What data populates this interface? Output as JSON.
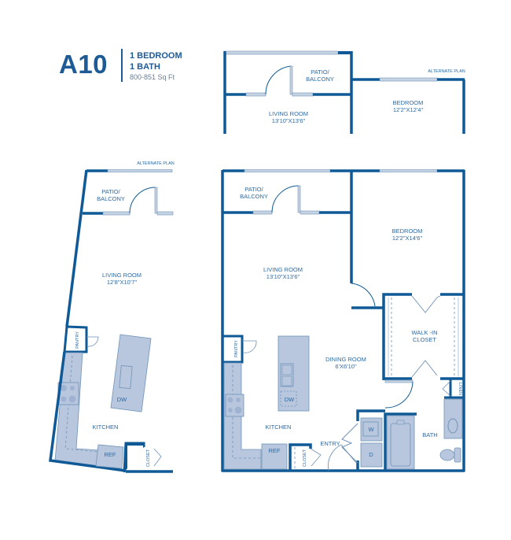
{
  "header": {
    "unit_name": "A10",
    "bedrooms": "1 BEDROOM",
    "baths": "1 BATH",
    "square_feet": "800-851 Sq Ft"
  },
  "colors": {
    "wall": "#0f5a96",
    "label": "#2b6aa3",
    "fixture_fill": "#b9c7de",
    "window": "#c6d3e3",
    "title": "#1e5a96"
  },
  "alternate_plan_top": {
    "tag": "ALTERNATE PLAN",
    "patio": {
      "line1": "PATIO/",
      "line2": "BALCONY"
    },
    "living_room": {
      "name": "LIVING ROOM",
      "size": "13'10\"X13'6\""
    },
    "bedroom": {
      "name": "BEDROOM",
      "size": "12'2\"X12'4\""
    }
  },
  "alternate_plan_left": {
    "tag": "ALTERNATE PLAN",
    "patio": {
      "line1": "PATIO/",
      "line2": "BALCONY"
    },
    "living_room": {
      "name": "LIVING ROOM",
      "size": "12'8\"X10'7\""
    },
    "pantry": "PANTRY",
    "dishwasher": "DW",
    "kitchen": "KITCHEN",
    "refrigerator": "REF",
    "closet": "CLOSET"
  },
  "main_plan": {
    "patio": {
      "line1": "PATIO/",
      "line2": "BALCONY"
    },
    "living_room": {
      "name": "LIVING ROOM",
      "size": "13'10\"X13'6\""
    },
    "bedroom": {
      "name": "BEDROOM",
      "size": "12'2\"X14'6\""
    },
    "walk_in_closet": {
      "line1": "WALK -IN",
      "line2": "CLOSET"
    },
    "dining_room": {
      "name": "DINING ROOM",
      "size": "6'X6'10\""
    },
    "pantry": "PANTRY",
    "dishwasher": "DW",
    "kitchen": "KITCHEN",
    "refrigerator": "REF",
    "closet": "CLOSET",
    "entry": "ENTRY",
    "washer": "W",
    "dryer": "D",
    "bath": "BATH",
    "linen": "LINEN"
  }
}
